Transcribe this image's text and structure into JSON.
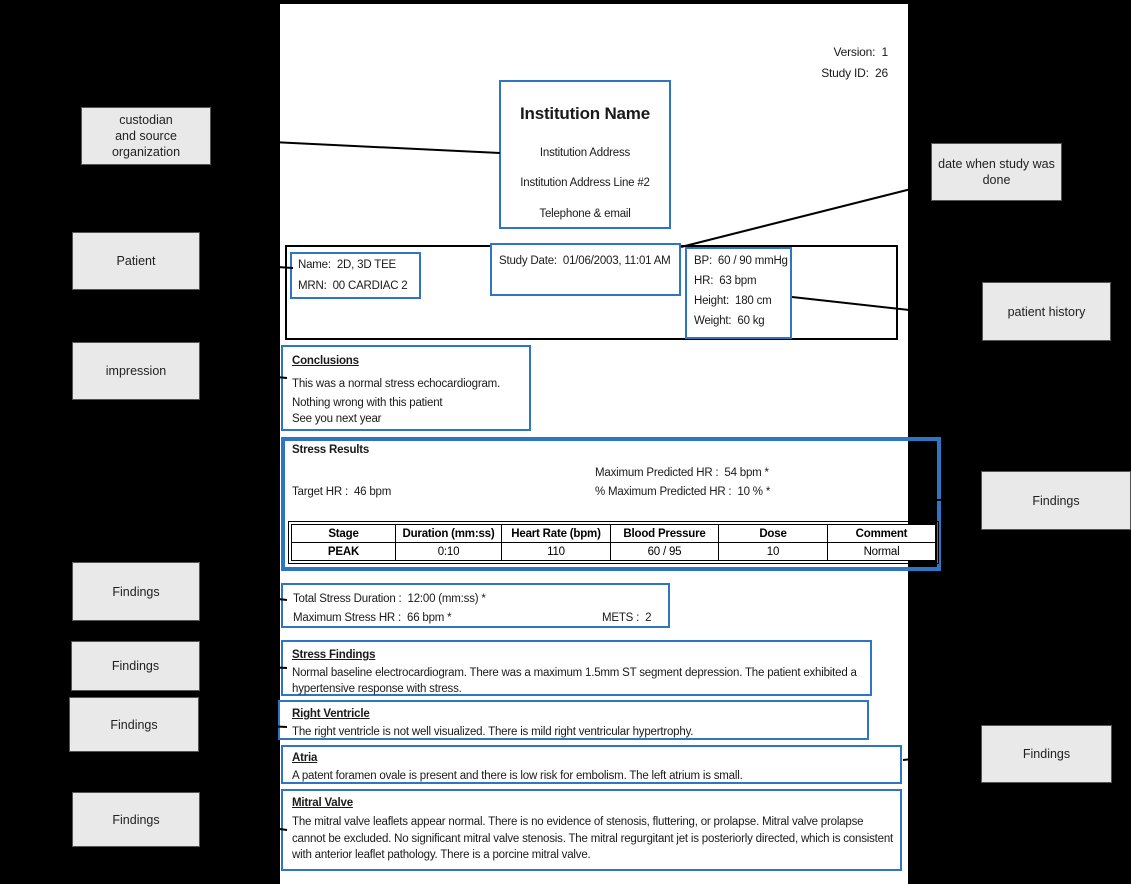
{
  "report": {
    "version": "Version:  1",
    "study_id": "Study ID:  26",
    "institution": {
      "name": "Institution Name",
      "address": "Institution Address",
      "address2": "Institution Address Line #2",
      "contact": "Telephone & email"
    },
    "patient": {
      "name": "Name:  2D, 3D TEE",
      "mrn": "MRN:  00 CARDIAC 2",
      "study_date": "Study Date:  01/06/2003, 11:01 AM",
      "bp": "BP:  60 / 90 mmHg",
      "hr": "HR:  63 bpm",
      "height": "Height:  180 cm",
      "weight": "Weight:  60 kg"
    },
    "conclusions": {
      "title": "Conclusions",
      "line1": "This was a normal stress echocardiogram.",
      "line2": "Nothing wrong with this patient\nSee you next year"
    },
    "stress_results": {
      "title": "Stress Results",
      "max_predicted_hr": "Maximum Predicted HR :  54 bpm *",
      "target_hr": "Target HR :  46 bpm",
      "pct_max_predicted_hr": "% Maximum Predicted HR :  10 % *",
      "table": {
        "headers": [
          "Stage",
          "Duration (mm:ss)",
          "Heart Rate (bpm)",
          "Blood Pressure",
          "Dose",
          "Comment"
        ],
        "row": [
          "PEAK",
          "0:10",
          "110",
          "60 / 95",
          "10",
          "Normal"
        ]
      }
    },
    "stress_summary": {
      "total_duration": "Total Stress Duration :  12:00 (mm:ss) *",
      "max_hr": "Maximum Stress HR :  66 bpm *",
      "mets": "METS :  2"
    },
    "sections": [
      {
        "title": "Stress Findings",
        "body": "Normal baseline electrocardiogram. There was a maximum 1.5mm ST segment depression. The patient exhibited a hypertensive response with stress."
      },
      {
        "title": "Right Ventricle",
        "body": "The right ventricle is not well visualized. There is mild right ventricular hypertrophy."
      },
      {
        "title": "Atria",
        "body": "A patent foramen ovale is present and there is low risk for embolism. The left atrium is small."
      },
      {
        "title": "Mitral Valve",
        "body": "The mitral valve leaflets appear normal. There is no evidence of stenosis, fluttering, or prolapse. Mitral valve prolapse cannot be excluded. No significant mitral valve stenosis. The mitral regurgitant jet is posteriorly directed, which is consistent with anterior leaflet pathology. There is a porcine mitral valve."
      }
    ]
  },
  "annotations": {
    "custodian": "custodian\nand  source\norganization",
    "patient": "Patient",
    "impression": "impression",
    "findings": "Findings",
    "date_done": "date when study was\ndone",
    "patient_history": "patient history"
  },
  "colors": {
    "highlight_border": "#2e75c3",
    "label_background": "#e9e9e9",
    "label_border": "#545454",
    "page_background": "#ffffff",
    "canvas_background": "#000000",
    "callout_line": "#000000"
  }
}
